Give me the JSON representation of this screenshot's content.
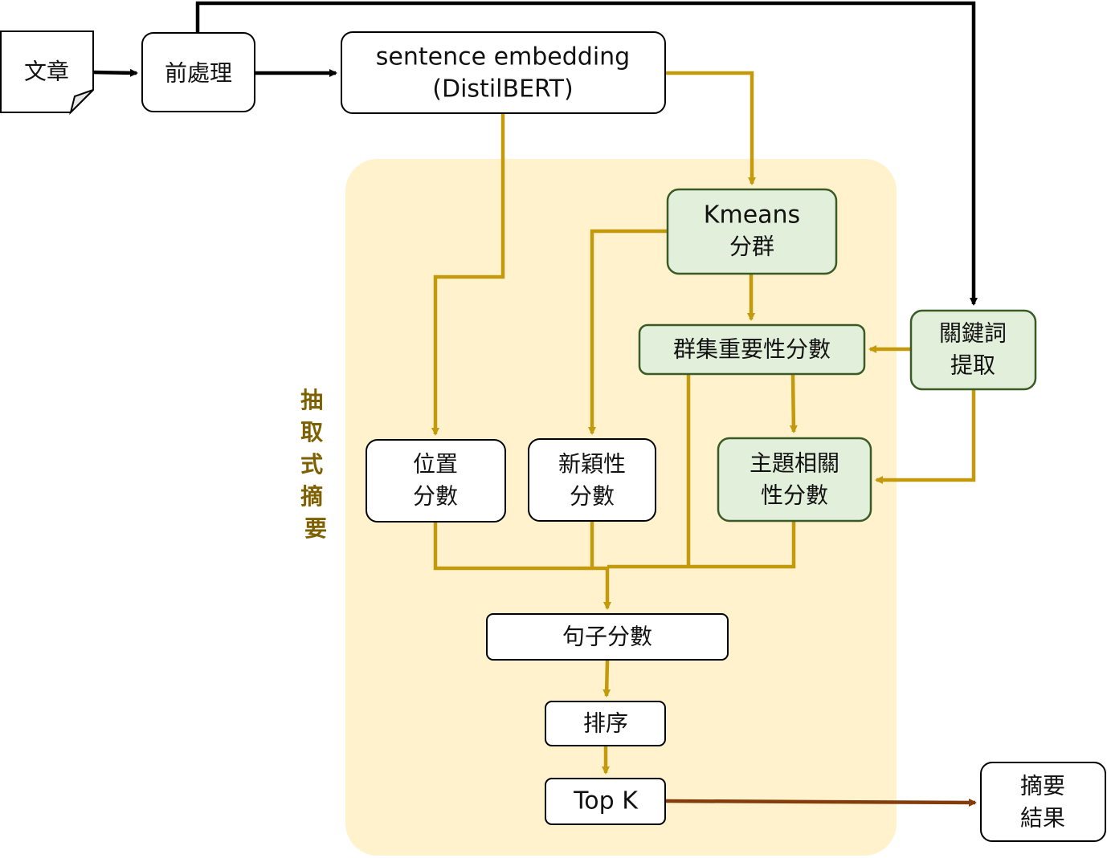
{
  "region_label": "抽取式摘要",
  "nodes": {
    "article": "文章",
    "preprocess": "前處理",
    "embedding": [
      "sentence embedding",
      "(DistilBERT)"
    ],
    "kmeans": [
      "Kmeans",
      "分群"
    ],
    "cluster_score": "群集重要性分數",
    "keyword": [
      "關鍵詞",
      "提取"
    ],
    "position_score": [
      "位置",
      "分數"
    ],
    "novelty_score": [
      "新穎性",
      "分數"
    ],
    "topic_score": [
      "主題相關",
      "性分數"
    ],
    "sentence_score": "句子分數",
    "sort": "排序",
    "topk": "Top K",
    "summary": [
      "摘要",
      "結果"
    ]
  },
  "colors": {
    "region_fill": "#fff2cc",
    "gold_arrow": "#c39a0c",
    "black_arrow": "#000000",
    "output_arrow": "#843c0c",
    "green_box": "#e2efda",
    "green_border": "#3a5a26",
    "region_label": "#7f6000"
  }
}
